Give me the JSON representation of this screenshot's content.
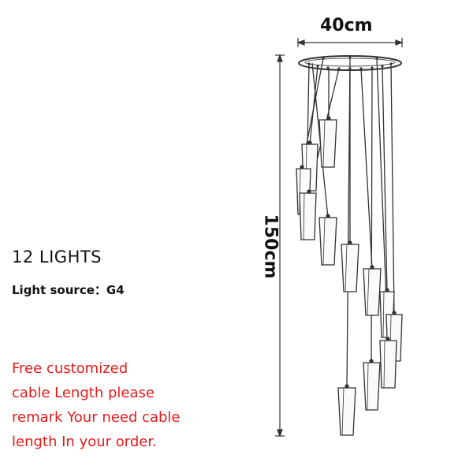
{
  "product": {
    "count_label": "12 LIGHTS",
    "light_source_label": "Light source：",
    "light_source_value": "G4"
  },
  "notice": {
    "lines": [
      "Free customized",
      "cable Length please",
      "remark Your need cable",
      "length In your order."
    ]
  },
  "dimensions": {
    "width_label": "40cm",
    "height_label": "150cm"
  },
  "colors": {
    "notice": "#e51b1b",
    "line": "#333333"
  }
}
